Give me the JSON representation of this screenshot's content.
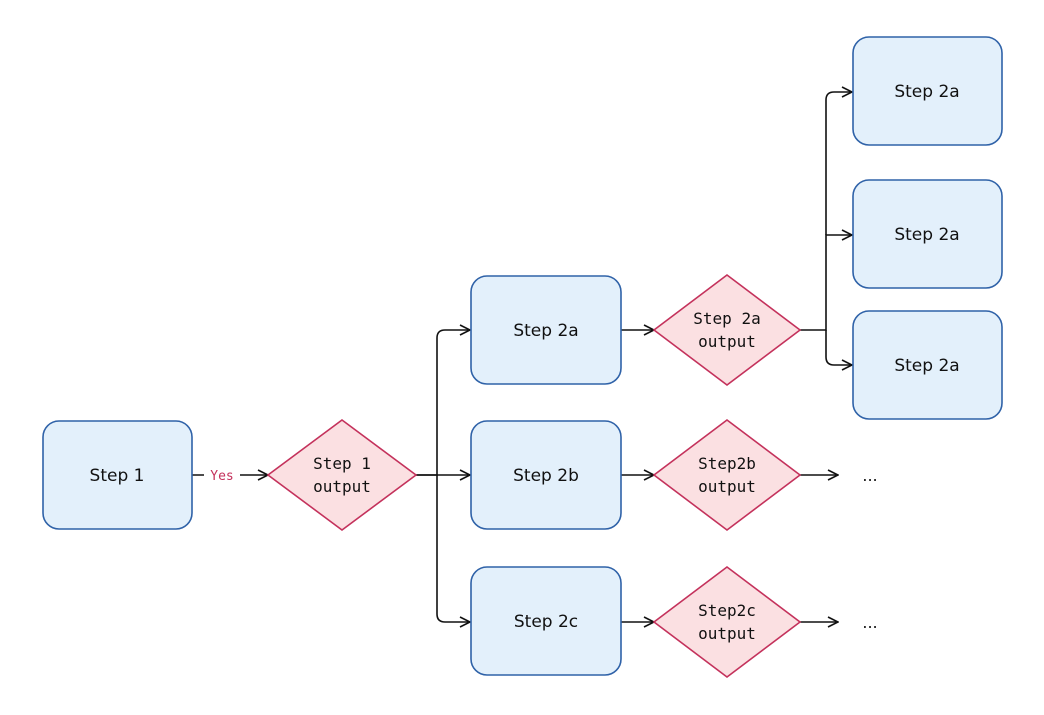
{
  "diagram": {
    "colors": {
      "box_fill": "#e3f0fb",
      "box_stroke": "#2f62a8",
      "decision_fill": "#fbe0e2",
      "decision_stroke": "#c4325c",
      "edge": "#111111",
      "edge_label": "#c4325c"
    },
    "step1": {
      "label": "Step 1"
    },
    "edge_yes": {
      "label": "Yes"
    },
    "step1_output": {
      "line1": "Step 1",
      "line2": "output"
    },
    "step2a": {
      "label": "Step 2a"
    },
    "step2b": {
      "label": "Step 2b"
    },
    "step2c": {
      "label": "Step 2c"
    },
    "step2a_output": {
      "line1": "Step 2a",
      "line2": "output"
    },
    "step2b_output": {
      "line1": "Step2b",
      "line2": "output"
    },
    "step2c_output": {
      "line1": "Step2c",
      "line2": "output"
    },
    "step2a_child1": {
      "label": "Step 2a"
    },
    "step2a_child2": {
      "label": "Step 2a"
    },
    "step2a_child3": {
      "label": "Step 2a"
    },
    "ellipsis_2b": "...",
    "ellipsis_2c": "..."
  }
}
